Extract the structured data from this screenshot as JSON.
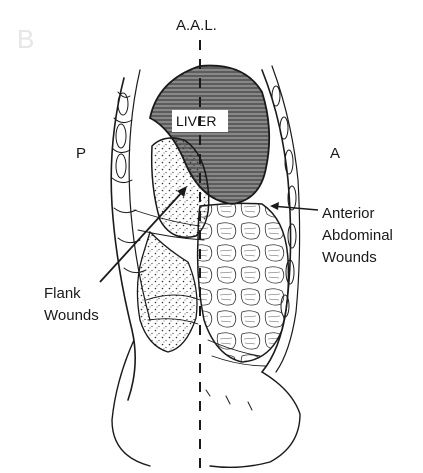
{
  "panel_letter": "B",
  "labels": {
    "aal": "A.A.L.",
    "liver": "LIVER",
    "posterior": "P",
    "anterior": "A",
    "anterior_wounds_line1": "Anterior",
    "anterior_wounds_line2": "Abdominal",
    "anterior_wounds_line3": "Wounds",
    "flank_wounds_line1": "Flank",
    "flank_wounds_line2": "Wounds"
  },
  "colors": {
    "ink": "#1a1a1a",
    "liver_fill": "#6e6e6e",
    "faint_letter": "#e6e6e6"
  }
}
